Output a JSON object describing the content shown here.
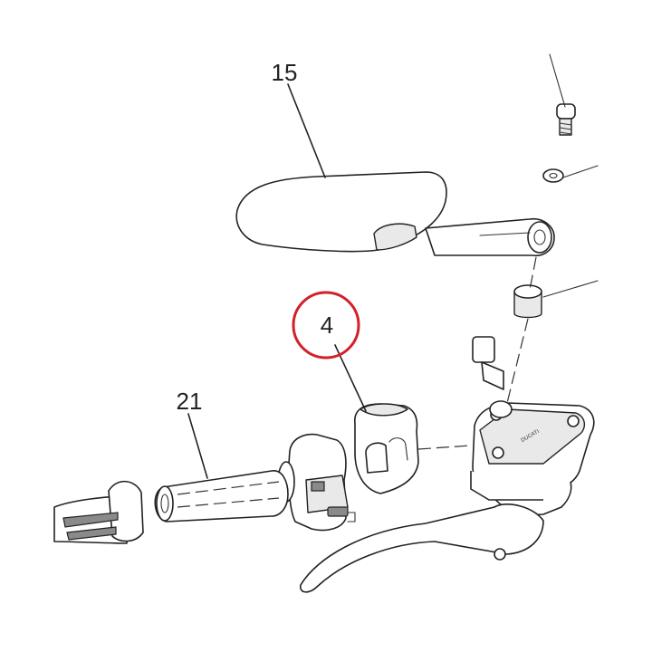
{
  "callouts": [
    {
      "id": "15",
      "label": "15"
    },
    {
      "id": "4",
      "label": "4",
      "highlighted": true
    },
    {
      "id": "21",
      "label": "21"
    }
  ],
  "reservoir_text": "DUCATI",
  "colors": {
    "line": "#222222",
    "highlight": "#d4202a",
    "background": "#ffffff"
  }
}
